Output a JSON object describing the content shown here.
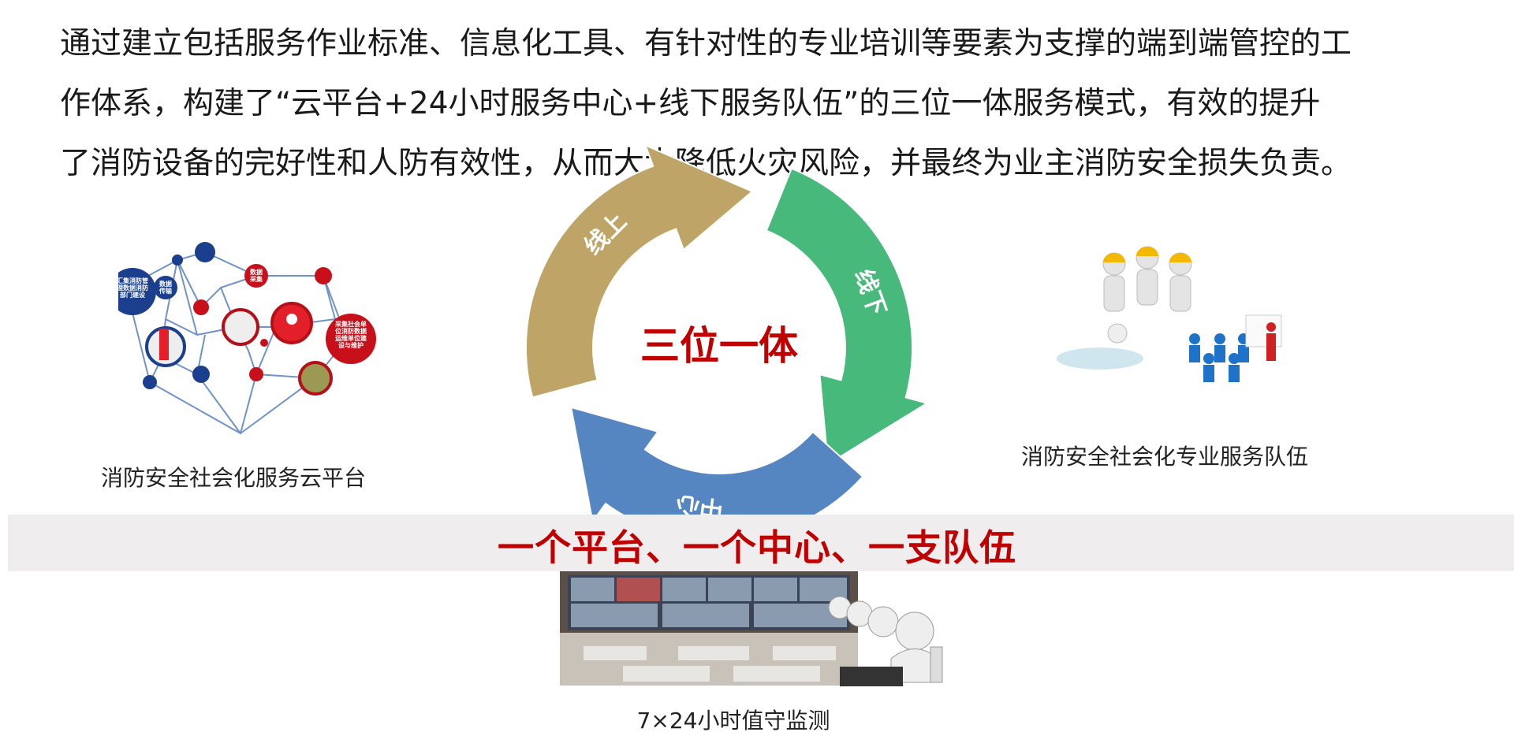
{
  "intro_lines": [
    "通过建立包括服务作业标准、信息化工具、有针对性的专业培训等要素为支撑的端到端管控的工",
    "作体系，构建了“云平台+24小时服务中心+线下服务队伍”的三位一体服务模式，有效的提升",
    "了消防设备的完好性和人防有效性，从而大大降低火灾风险，并最终为业主消防安全损失负责。"
  ],
  "cycle": {
    "center_label": "三位一体",
    "segments": [
      {
        "label": "线上",
        "color": "#bfa468"
      },
      {
        "label": "线下",
        "color": "#47b97b"
      },
      {
        "label": "中心",
        "color": "#5586c1"
      }
    ]
  },
  "slogan": "一个平台、一个中心、一支队伍",
  "captions": {
    "platform": "消防安全社会化服务云平台",
    "team": "消防安全社会化专业服务队伍",
    "monitor": "7×24小时值守监测"
  },
  "network_labels": {
    "left": "汇集消防管理数据消防部门建设",
    "transfer": "数据传输",
    "collect": "数据采集",
    "right": "采集社会单位消防数据运维单位建设与维护"
  },
  "colors": {
    "accent_red": "#c00000",
    "network_blue": "#1b3f8c",
    "network_red": "#c8101a"
  }
}
